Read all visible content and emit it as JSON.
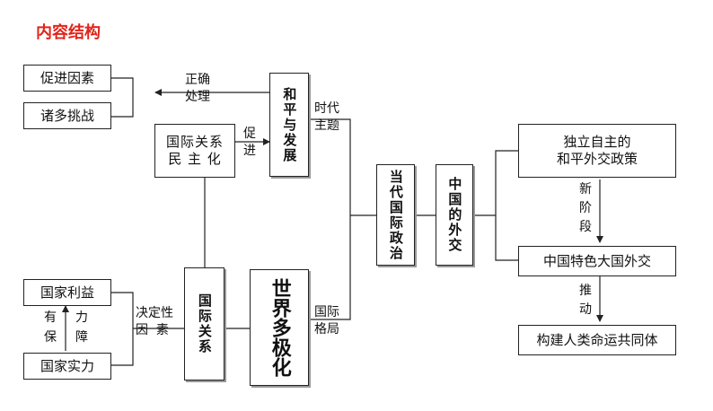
{
  "title": "内容结构",
  "colors": {
    "title": "#e0251b",
    "line": "#222222"
  },
  "nodes": {
    "cujin_yinsu": "促进因素",
    "zhuduo_tiaozhan": "诸多挑战",
    "guoji_guanxi_minzhuhua": "国际关系\n民 主 化",
    "heping_fazhan": "和平与发展",
    "dangdai_guoji_zhengzhi": "当代国际政治",
    "zhongguo_waijiao": "中国的外交",
    "duli_zizhu": "独立自主的\n和平外交政策",
    "tese_daguo": "中国特色大国外交",
    "mingyun_gongtongti": "构建人类命运共同体",
    "guojia_liyi": "国家利益",
    "guojia_shili": "国家实力",
    "guoji_guanxi": "国际关系",
    "shijie_duojihua": "世界多极化"
  },
  "labels": {
    "zhengque_chuli": "正确\n处理",
    "cujin": "促\n进",
    "shidai_zhuti": "时代\n主题",
    "guoji_geju": "国际\n格局",
    "xin_jieduan": "新\n阶\n段",
    "tuidong": "推\n动",
    "juedingxing_yinsu": "决定性\n因  素",
    "you_li": "有\n保",
    "li_zhang": "力\n障"
  }
}
